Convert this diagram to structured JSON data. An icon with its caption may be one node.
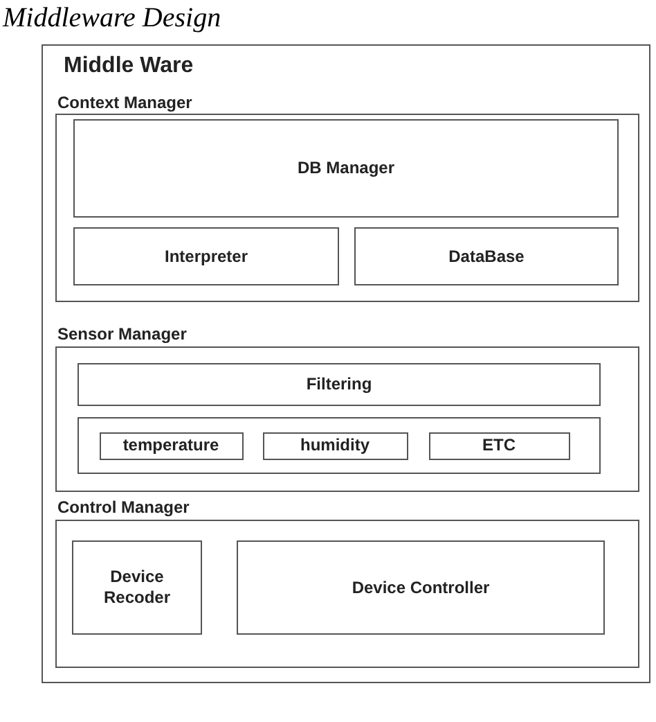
{
  "diagram": {
    "title": "Middleware Design",
    "nodes": [
      {
        "text": [
          "Middle Ware"
        ]
      },
      {
        "text": [
          "Context Manager"
        ],
        "in": 0
      },
      {
        "text": [
          "DB Manager"
        ],
        "in": 1
      },
      {
        "text": [
          "Interpreter"
        ],
        "in": 1
      },
      {
        "text": [
          "DataBase"
        ],
        "in": 1
      },
      {
        "text": [
          "Sensor Manager"
        ],
        "in": 0
      },
      {
        "text": [
          "Filtering"
        ],
        "in": 5
      },
      {
        "text": [],
        "shape": "box",
        "in": 5
      },
      {
        "text": [
          "temperature"
        ],
        "in": 7
      },
      {
        "text": [
          "humidity"
        ],
        "in": 7
      },
      {
        "text": [
          "ETC"
        ],
        "in": 7
      },
      {
        "text": [
          "Control Manager"
        ],
        "in": 0
      },
      {
        "text": [
          "Device Recoder"
        ],
        "in": 11
      },
      {
        "text": [
          "Device Controller"
        ],
        "in": 11
      }
    ],
    "edges": []
  }
}
